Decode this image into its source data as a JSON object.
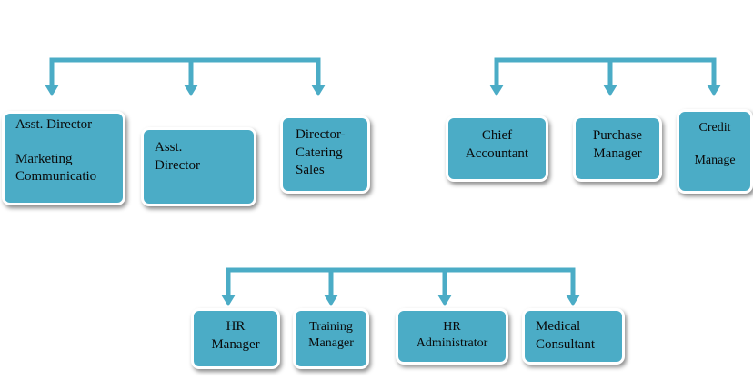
{
  "colors": {
    "box_fill": "#4bacc6",
    "connector": "#4bacc6",
    "text": "#0a0a0a"
  },
  "groups": [
    {
      "boxes": [
        {
          "lines": [
            "Asst. Director",
            "Marketing",
            "Communicatio"
          ]
        },
        {
          "lines": [
            "Asst.",
            "Director"
          ]
        },
        {
          "lines": [
            "Director-",
            "Catering",
            "Sales"
          ]
        }
      ]
    },
    {
      "boxes": [
        {
          "lines": [
            "Chief",
            "Accountant"
          ]
        },
        {
          "lines": [
            "Purchase",
            "Manager"
          ]
        },
        {
          "lines": [
            "Credit",
            "Manage"
          ]
        }
      ]
    },
    {
      "boxes": [
        {
          "lines": [
            "HR",
            "Manager"
          ]
        },
        {
          "lines": [
            "Training",
            "Manager"
          ]
        },
        {
          "lines": [
            "HR",
            "Administrator"
          ]
        },
        {
          "lines": [
            "Medical",
            "Consultant"
          ]
        }
      ]
    }
  ]
}
